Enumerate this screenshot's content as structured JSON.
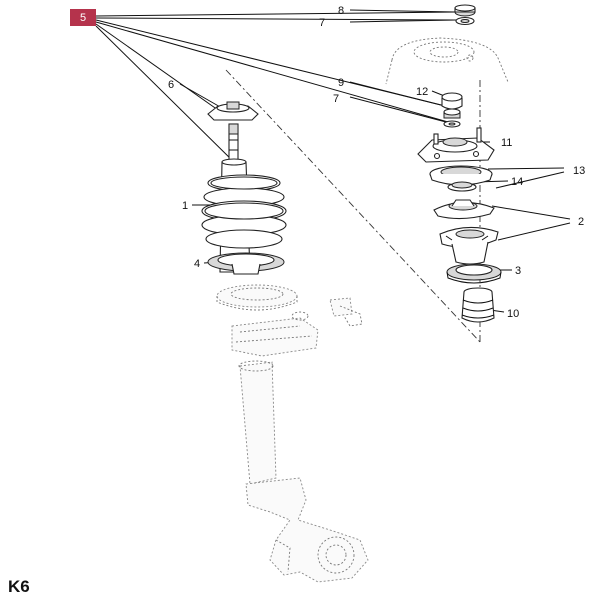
{
  "diagram": {
    "title": "K6",
    "highlight_color": "#b5334c",
    "callouts": {
      "c1": "1",
      "c2": "2",
      "c3": "3",
      "c4": "4",
      "c5": "5",
      "c6": "6",
      "c7a": "7",
      "c7b": "7",
      "c8": "8",
      "c9": "9",
      "c10": "10",
      "c11": "11",
      "c12": "12",
      "c13": "13",
      "c14": "14"
    }
  }
}
